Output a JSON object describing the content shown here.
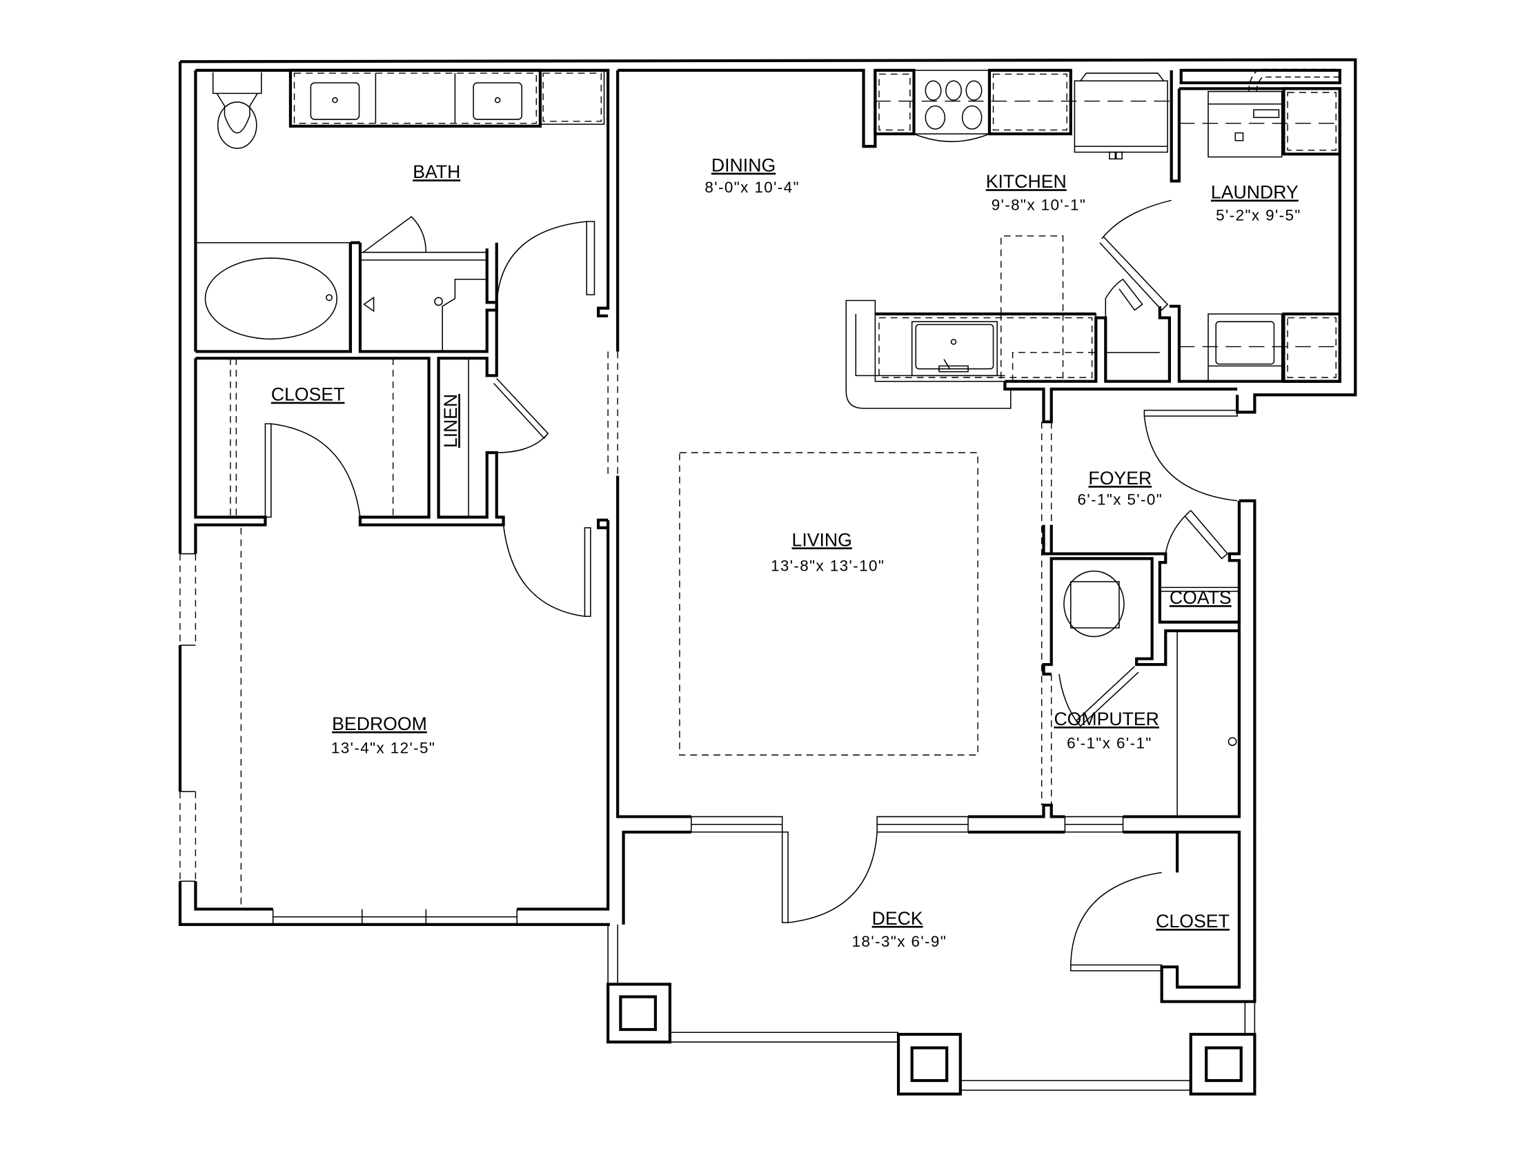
{
  "plan": {
    "type": "apartment floor plan",
    "line_color": "#000000",
    "background": "#ffffff"
  },
  "rooms": {
    "bath": {
      "name": "BATH"
    },
    "closet1": {
      "name": "CLOSET"
    },
    "linen": {
      "name": "LINEN"
    },
    "bedroom": {
      "name": "BEDROOM",
      "size": "13'-4\"x  12'-5\""
    },
    "dining": {
      "name": "DINING",
      "size": "8'-0\"x  10'-4\""
    },
    "kitchen": {
      "name": "KITCHEN",
      "size": "9'-8\"x  10'-1\""
    },
    "laundry": {
      "name": "LAUNDRY",
      "size": "5'-2\"x  9'-5\""
    },
    "living": {
      "name": "LIVING",
      "size": "13'-8\"x  13'-10\""
    },
    "foyer": {
      "name": "FOYER",
      "size": "6'-1\"x  5'-0\""
    },
    "coats": {
      "name": "COATS"
    },
    "computer": {
      "name": "COMPUTER",
      "size": "6'-1\"x  6'-1\""
    },
    "deck": {
      "name": "DECK",
      "size": "18'-3\"x  6'-9\""
    },
    "closet2": {
      "name": "CLOSET"
    }
  }
}
